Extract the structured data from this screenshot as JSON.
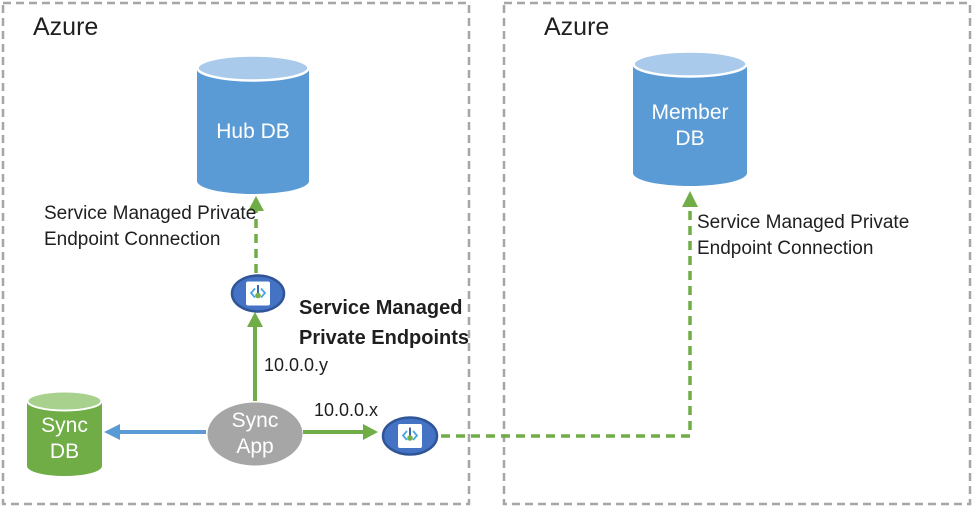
{
  "regions": {
    "left": {
      "label": "Azure"
    },
    "right": {
      "label": "Azure"
    }
  },
  "nodes": {
    "hub_db": {
      "label": "Hub DB"
    },
    "member_db": {
      "line1": "Member",
      "line2": "DB"
    },
    "sync_db": {
      "line1": "Sync",
      "line2": "DB"
    },
    "sync_app": {
      "line1": "Sync",
      "line2": "App"
    },
    "private_endpoint_left": {
      "icon": "private-endpoint-icon"
    },
    "private_endpoint_right": {
      "icon": "private-endpoint-icon"
    }
  },
  "annotations": {
    "left_connection": {
      "line1": "Service Managed Private",
      "line2": "Endpoint Connection"
    },
    "right_connection": {
      "line1": "Service Managed Private",
      "line2": "Endpoint Connection"
    },
    "endpoints_title": {
      "line1": "Service Managed",
      "line2": "Private Endpoints"
    },
    "ip_y": "10.0.0.y",
    "ip_x": "10.0.0.x"
  },
  "colors": {
    "db_blue": "#5B9BD5",
    "db_blue_top": "#A9CAEA",
    "db_green": "#70AD47",
    "db_green_top": "#A9D18E",
    "app_gray": "#A6A6A6",
    "endpoint_fill": "#4472C4",
    "endpoint_stroke": "#2F5597",
    "arrow_green": "#70AD47",
    "arrow_blue": "#5B9BD5",
    "box_border": "#A6A6A6",
    "icon_bracket_blue": "#45A6E0",
    "icon_dot_green": "#76B043",
    "text": "#1F1F1F"
  }
}
